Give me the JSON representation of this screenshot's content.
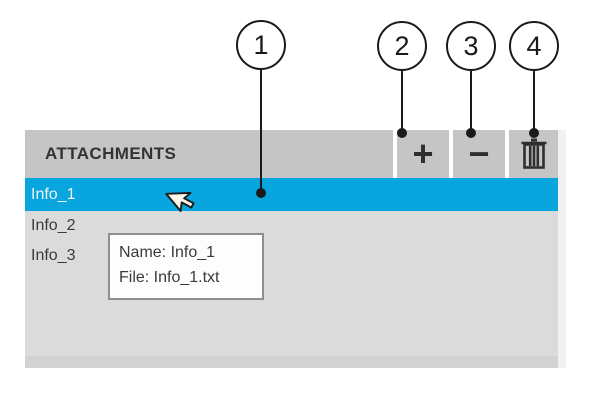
{
  "callouts": [
    {
      "label": "1",
      "target": "selected-attachment-row"
    },
    {
      "label": "2",
      "target": "add-attachment-button"
    },
    {
      "label": "3",
      "target": "remove-attachment-button"
    },
    {
      "label": "4",
      "target": "delete-attachment-button"
    }
  ],
  "panel": {
    "title": "ATTACHMENTS",
    "toolbar": {
      "add_label": "+",
      "remove_label": "−",
      "delete_icon": "trash-icon"
    },
    "items": [
      {
        "label": "Info_1",
        "selected": true
      },
      {
        "label": "Info_2",
        "selected": false
      },
      {
        "label": "Info_3",
        "selected": false
      }
    ]
  },
  "tooltip": {
    "line1": "Name: Info_1",
    "line2": "File: Info_1.txt"
  },
  "colors": {
    "selection": "#09a5df",
    "header_bg": "#c5c5c5",
    "list_bg": "#dbdbdb",
    "bottom_bar": "#d2d2d2",
    "text_dark": "#3a3a3a"
  }
}
